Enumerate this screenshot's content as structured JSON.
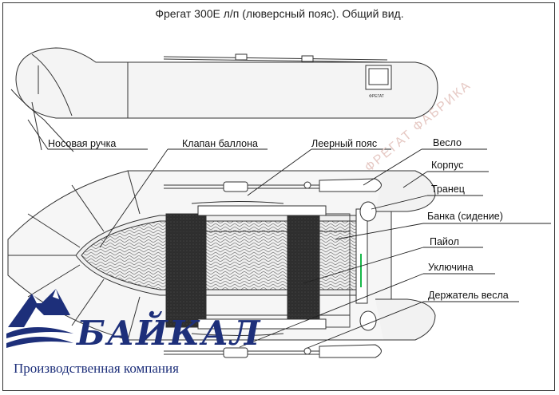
{
  "title": "Фрегат 300Е л/п (люверсный пояс). Общий вид.",
  "labels": {
    "nose_handle": "Носовая ручка",
    "valve": "Клапан баллона",
    "rope_belt": "Леерный пояс",
    "oar": "Весло",
    "hull": "Корпус",
    "transom": "Транец",
    "seat": "Банка (сидение)",
    "floor": "Пайол",
    "oarlock": "Уключина",
    "oar_holder": "Держатель весла"
  },
  "logo": {
    "brand": "БАЙКАЛ",
    "company": "Производственная компания",
    "watermark": "ФРЕГАТ ФАБРИКА"
  },
  "colors": {
    "brand_blue": "#1d2f7a",
    "accent_green": "#18b84a"
  }
}
